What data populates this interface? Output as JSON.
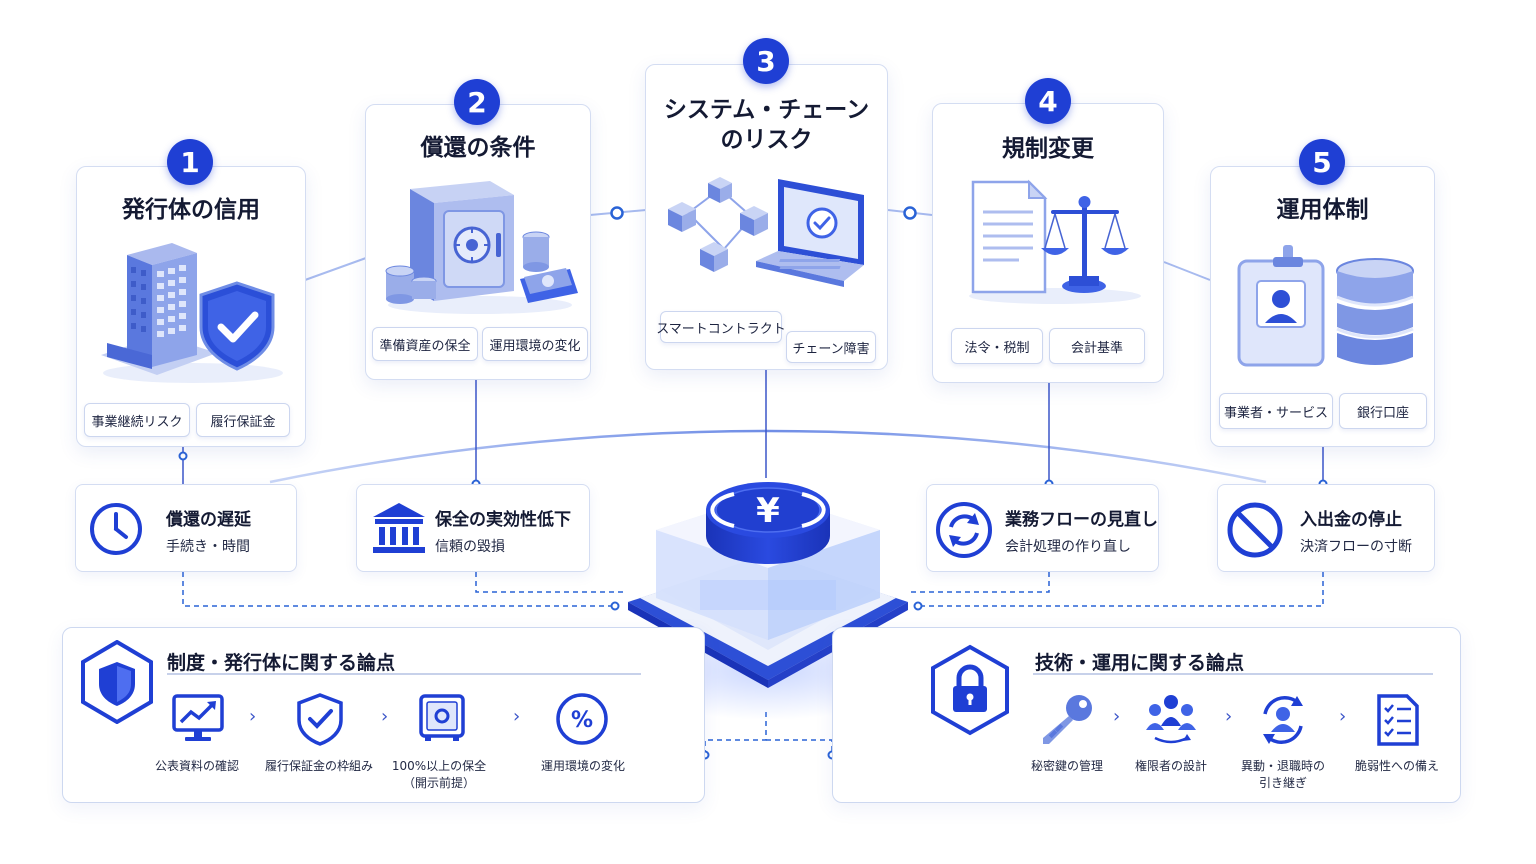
{
  "risks": [
    {
      "number": "1",
      "title_line1": "発行体の信用",
      "title_line2": "",
      "tags": [
        "事業継続リスク",
        "履行保証金"
      ],
      "icon": "building-shield-icon"
    },
    {
      "number": "2",
      "title_line1": "償還の条件",
      "title_line2": "",
      "tags": [
        "準備資産の保全",
        "運用環境の変化"
      ],
      "icon": "safe-coins-icon"
    },
    {
      "number": "3",
      "title_line1": "システム・チェーン",
      "title_line2": "のリスク",
      "tags": [
        "スマートコントラクト",
        "チェーン障害"
      ],
      "icon": "blockchain-laptop-icon"
    },
    {
      "number": "4",
      "title_line1": "規制変更",
      "title_line2": "",
      "tags": [
        "法令・税制",
        "会計基準"
      ],
      "icon": "document-scale-icon"
    },
    {
      "number": "5",
      "title_line1": "運用体制",
      "title_line2": "",
      "tags": [
        "事業者・サービス",
        "銀行口座"
      ],
      "icon": "badge-database-icon"
    }
  ],
  "effects": [
    {
      "title": "償還の遅延",
      "sub": "手続き・時間",
      "icon": "clock-icon"
    },
    {
      "title": "保全の実効性低下",
      "sub": "信頼の毀損",
      "icon": "bank-icon"
    },
    {
      "title": "業務フローの見直し",
      "sub": "会計処理の作り直し",
      "icon": "refresh-icon"
    },
    {
      "title": "入出金の停止",
      "sub": "決済フローの寸断",
      "icon": "prohibited-icon"
    }
  ],
  "center": {
    "symbol": "¥",
    "icon": "yen-coin-icon"
  },
  "panels": {
    "left": {
      "title": "制度・発行体に関する論点",
      "icon": "shield-icon",
      "items": [
        {
          "label_line1": "公表資料の確認",
          "label_line2": "",
          "icon": "chart-monitor-icon"
        },
        {
          "label_line1": "履行保証金の枠組み",
          "label_line2": "",
          "icon": "check-shield-icon"
        },
        {
          "label_line1": "100%以上の保全",
          "label_line2": "（開示前提）",
          "icon": "safe-icon"
        },
        {
          "label_line1": "運用環境の変化",
          "label_line2": "",
          "icon": "percent-icon"
        }
      ]
    },
    "right": {
      "title": "技術・運用に関する論点",
      "icon": "lock-icon",
      "items": [
        {
          "label_line1": "秘密鍵の管理",
          "label_line2": "",
          "icon": "key-icon"
        },
        {
          "label_line1": "権限者の設計",
          "label_line2": "",
          "icon": "people-icon"
        },
        {
          "label_line1": "異動・退職時の",
          "label_line2": "引き継ぎ",
          "icon": "user-rotate-icon"
        },
        {
          "label_line1": "脆弱性への備え",
          "label_line2": "",
          "icon": "checklist-icon"
        }
      ]
    }
  },
  "colors": {
    "accent": "#1f3fd4",
    "line": "#9fb4ec",
    "card_border": "#d4ddf2"
  }
}
